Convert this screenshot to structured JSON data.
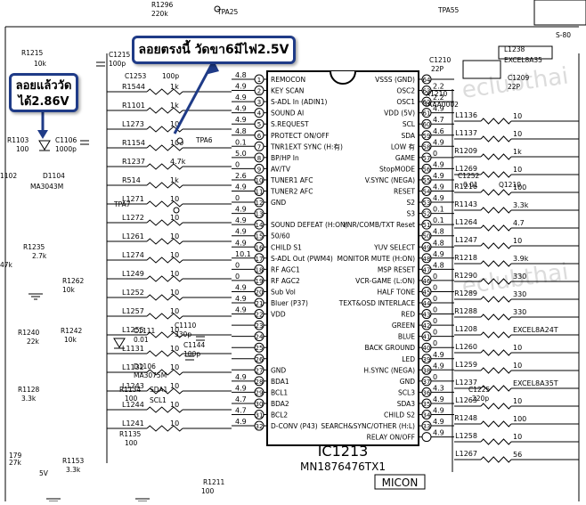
{
  "callouts": {
    "top": "ลอยตรงนี้ วัดขา6มีไฟ2.5V",
    "left_line1": "ลอยแล้ววัด",
    "left_line2": "ได้2.86V"
  },
  "colors": {
    "callout_border": "#1f3b87",
    "line": "#000000",
    "watermark": "#dcdcdc"
  },
  "ic": {
    "designator": "IC1213",
    "part": "MN1876476TX1",
    "label": "MICON",
    "left_pins": [
      {
        "n": "1",
        "name": "REMOCON",
        "v": "4.8"
      },
      {
        "n": "2",
        "name": "KEY SCAN",
        "v": "4.9"
      },
      {
        "n": "3",
        "name": "S-ADL In (ADIN1)",
        "v": "4.9"
      },
      {
        "n": "4",
        "name": "SOUND AI",
        "v": "4.9"
      },
      {
        "n": "5",
        "name": "S.REQUEST",
        "v": "4.9"
      },
      {
        "n": "6",
        "name": "PROTECT ON/OFF",
        "v": "4.8"
      },
      {
        "n": "7",
        "name": "TNR1EXT SYNC (H:有)",
        "v": "0.1"
      },
      {
        "n": "8",
        "name": "BP/HP In",
        "v": "5.0"
      },
      {
        "n": "9",
        "name": "AV/TV",
        "v": "0"
      },
      {
        "n": "10",
        "name": "TUNER1 AFC",
        "v": "2.6"
      },
      {
        "n": "11",
        "name": "TUNER2 AFC",
        "v": "4.9"
      },
      {
        "n": "12",
        "name": "GND",
        "v": "0"
      },
      {
        "n": "13",
        "name": "",
        "v": "4.9"
      },
      {
        "n": "14",
        "name": "SOUND DEFEAT (H:ON)",
        "v": "4.9"
      },
      {
        "n": "15",
        "name": "50/60",
        "v": "4.9"
      },
      {
        "n": "16",
        "name": "CHILD S1",
        "v": "4.9"
      },
      {
        "n": "17",
        "name": "S-ADL Out (PWM4)",
        "v": "10.1"
      },
      {
        "n": "18",
        "name": "RF AGC1",
        "v": "0"
      },
      {
        "n": "19",
        "name": "RF AGC2",
        "v": "0"
      },
      {
        "n": "20",
        "name": "Sub Vol",
        "v": "4.9"
      },
      {
        "n": "21",
        "name": "Bluer (P37)",
        "v": "4.9"
      },
      {
        "n": "22",
        "name": "VDD",
        "v": "4.9"
      },
      {
        "n": "23",
        "name": "",
        "v": ""
      },
      {
        "n": "24",
        "name": "",
        "v": ""
      },
      {
        "n": "25",
        "name": "",
        "v": ""
      },
      {
        "n": "26",
        "name": "",
        "v": ""
      },
      {
        "n": "27",
        "name": "GND",
        "v": ""
      },
      {
        "n": "28",
        "name": "BDA1",
        "v": "4.9"
      },
      {
        "n": "29",
        "name": "BCL1",
        "v": "4.9"
      },
      {
        "n": "30",
        "name": "BDA2",
        "v": "4.7"
      },
      {
        "n": "31",
        "name": "BCL2",
        "v": "4.7"
      },
      {
        "n": "32",
        "name": "D-CONV (P43)",
        "v": "4.9"
      }
    ],
    "right_pins": [
      {
        "n": "64",
        "name": "VSSS (GND)",
        "v": ""
      },
      {
        "n": "63",
        "name": "OSC2",
        "v": "2.2"
      },
      {
        "n": "62",
        "name": "OSC1",
        "v": "2.2"
      },
      {
        "n": "61",
        "name": "VDD (5V)",
        "v": "4.9"
      },
      {
        "n": "60",
        "name": "SCL",
        "v": "4.7"
      },
      {
        "n": "59",
        "name": "SDA",
        "v": "4.6"
      },
      {
        "n": "58",
        "name": "LOW 有",
        "v": "4.9"
      },
      {
        "n": "57",
        "name": "GAME",
        "v": "0"
      },
      {
        "n": "56",
        "name": "StopMODE",
        "v": "4.9"
      },
      {
        "n": "55",
        "name": "V.SYNC (NEGA)",
        "v": "4.9"
      },
      {
        "n": "54",
        "name": "RESET",
        "v": "4.9"
      },
      {
        "n": "53",
        "name": "S2",
        "v": "4.9"
      },
      {
        "n": "52",
        "name": "S3",
        "v": "0.1"
      },
      {
        "n": "51",
        "name": "YNR/COMB/TXT Reset",
        "v": "0.1"
      },
      {
        "n": "50",
        "name": "",
        "v": "4.8"
      },
      {
        "n": "49",
        "name": "YUV SELECT",
        "v": "4.8"
      },
      {
        "n": "48",
        "name": "MONITOR MUTE (H:ON)",
        "v": "4.9"
      },
      {
        "n": "47",
        "name": "MSP RESET",
        "v": "4.8"
      },
      {
        "n": "46",
        "name": "VCR-GAME (L:ON)",
        "v": "0"
      },
      {
        "n": "45",
        "name": "HALF TONE",
        "v": "0"
      },
      {
        "n": "44",
        "name": "TEXT&OSD INTERLACE",
        "v": "0"
      },
      {
        "n": "43",
        "name": "RED",
        "v": "0"
      },
      {
        "n": "42",
        "name": "GREEN",
        "v": "0"
      },
      {
        "n": "41",
        "name": "BLUE",
        "v": "0"
      },
      {
        "n": "40",
        "name": "BACK GROUND",
        "v": "0"
      },
      {
        "n": "39",
        "name": "LED",
        "v": "4.9"
      },
      {
        "n": "38",
        "name": "H.SYNC (NEGA)",
        "v": "4.9"
      },
      {
        "n": "37",
        "name": "GND",
        "v": "0"
      },
      {
        "n": "36",
        "name": "SCL3",
        "v": "4.3"
      },
      {
        "n": "35",
        "name": "SDA3",
        "v": "4.9"
      },
      {
        "n": "34",
        "name": "CHILD S2",
        "v": "4.9"
      },
      {
        "n": "33",
        "name": "SEARCH&SYNC/OTHER (H:L)",
        "v": "4.9"
      },
      {
        "n": "",
        "name": "RELAY ON/OFF",
        "v": "4.9"
      }
    ]
  },
  "left_parts": [
    {
      "ref": "R1544",
      "val": "1k"
    },
    {
      "ref": "R1101",
      "val": "1k"
    },
    {
      "ref": "L1273",
      "val": "10"
    },
    {
      "ref": "R1154",
      "val": "100"
    },
    {
      "ref": "R1237",
      "val": "4.7k"
    },
    {
      "ref": "R514",
      "val": "1k"
    },
    {
      "ref": "L1271",
      "val": "10"
    },
    {
      "ref": "L1272",
      "val": "10"
    },
    {
      "ref": "L1261",
      "val": "10"
    },
    {
      "ref": "L1274",
      "val": "10"
    },
    {
      "ref": "L1249",
      "val": "10"
    },
    {
      "ref": "L1252",
      "val": "10"
    },
    {
      "ref": "L1257",
      "val": "10"
    },
    {
      "ref": "L1255",
      "val": "10"
    },
    {
      "ref": "L1131",
      "val": "10"
    },
    {
      "ref": "L1132",
      "val": "10"
    },
    {
      "ref": "L1243",
      "val": "10"
    },
    {
      "ref": "L1244",
      "val": "10"
    },
    {
      "ref": "L1241",
      "val": "10"
    }
  ],
  "right_parts": [
    {
      "ref": "L1136",
      "val": "10"
    },
    {
      "ref": "L1137",
      "val": "10"
    },
    {
      "ref": "R1209",
      "val": "1k"
    },
    {
      "ref": "L1269",
      "val": "10"
    },
    {
      "ref": "R1216",
      "val": "100"
    },
    {
      "ref": "R1143",
      "val": "3.3k"
    },
    {
      "ref": "L1264",
      "val": "4.7"
    },
    {
      "ref": "L1247",
      "val": "10"
    },
    {
      "ref": "R1218",
      "val": "3.9k"
    },
    {
      "ref": "R1290",
      "val": "330"
    },
    {
      "ref": "R1289",
      "val": "330"
    },
    {
      "ref": "R1288",
      "val": "330"
    },
    {
      "ref": "L1208",
      "val": "EXCEL8A24T"
    },
    {
      "ref": "L1260",
      "val": "10"
    },
    {
      "ref": "L1259",
      "val": "10"
    },
    {
      "ref": "L1237",
      "val": "EXCEL8A35T"
    },
    {
      "ref": "L1263",
      "val": "10"
    },
    {
      "ref": "R1248",
      "val": "100"
    },
    {
      "ref": "L1258",
      "val": "10"
    },
    {
      "ref": "L1267",
      "val": "56"
    }
  ],
  "labels": [
    "R1296",
    "220k",
    "TPA25",
    "C1215",
    "100p",
    "R1215",
    "10k",
    "C1253",
    "100p",
    "R1103",
    "100",
    "C1106",
    "1000p",
    "D1104",
    "MA3043M",
    "TPA6",
    "TPA7",
    "R1235",
    "2.7k",
    "R1262",
    "10k",
    "C1110",
    "330p",
    "C1111",
    "0.01",
    "C1144",
    "100p",
    "D1106",
    "MA3075M",
    "R1240",
    "22k",
    "R1242",
    "10k",
    "R1128",
    "3.3k",
    "R1134",
    "100",
    "R1135",
    "100",
    "SDA1",
    "SCL1",
    "5V",
    "R1153",
    "3.3k",
    "R1211",
    "100",
    "C1210",
    "22P",
    "L1238",
    "EXCEL8A35",
    "C1209",
    "22P",
    "X1210",
    "TAAA0002",
    "TPA55",
    "C1252",
    "0.01",
    "C1225",
    "220p",
    "S-80",
    "Q1210",
    "1102",
    "47k",
    "179",
    "27k"
  ]
}
